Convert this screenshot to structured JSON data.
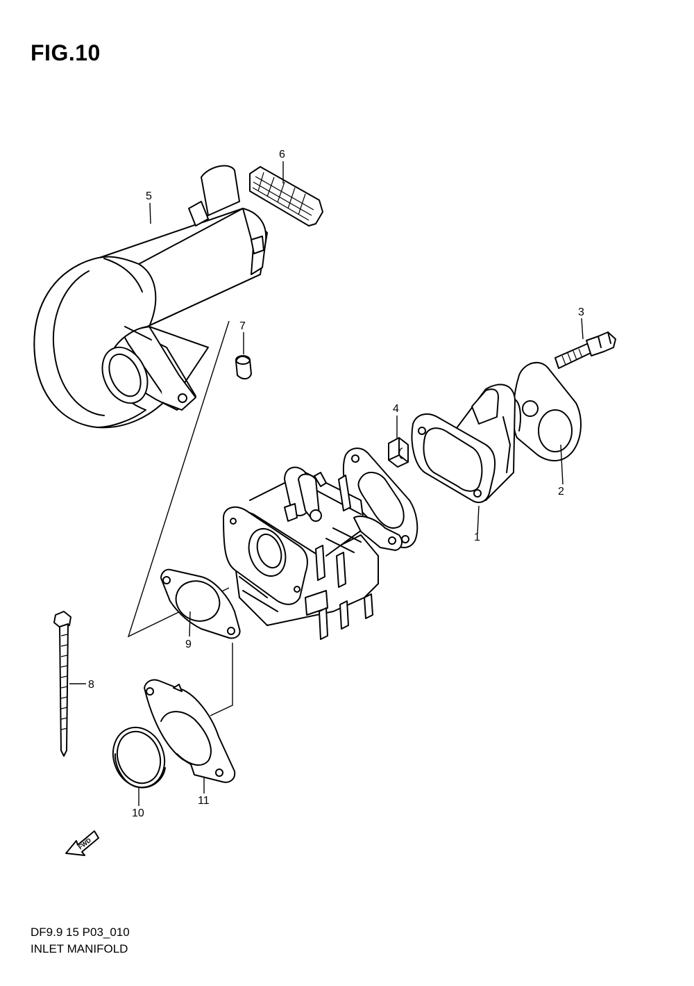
{
  "figure": {
    "title": "FIG.10",
    "code": "DF9.9 15 P03_010",
    "name": "INLET MANIFOLD"
  },
  "callouts": [
    {
      "id": "c1",
      "label": "1"
    },
    {
      "id": "c2",
      "label": "2"
    },
    {
      "id": "c3",
      "label": "3"
    },
    {
      "id": "c4",
      "label": "4"
    },
    {
      "id": "c5",
      "label": "5"
    },
    {
      "id": "c6",
      "label": "6"
    },
    {
      "id": "c7",
      "label": "7"
    },
    {
      "id": "c8",
      "label": "8"
    },
    {
      "id": "c9",
      "label": "9"
    },
    {
      "id": "c10",
      "label": "10"
    },
    {
      "id": "c11",
      "label": "11"
    }
  ],
  "direction_indicator": {
    "label": "FWD",
    "icon": "forward-arrow-icon"
  }
}
